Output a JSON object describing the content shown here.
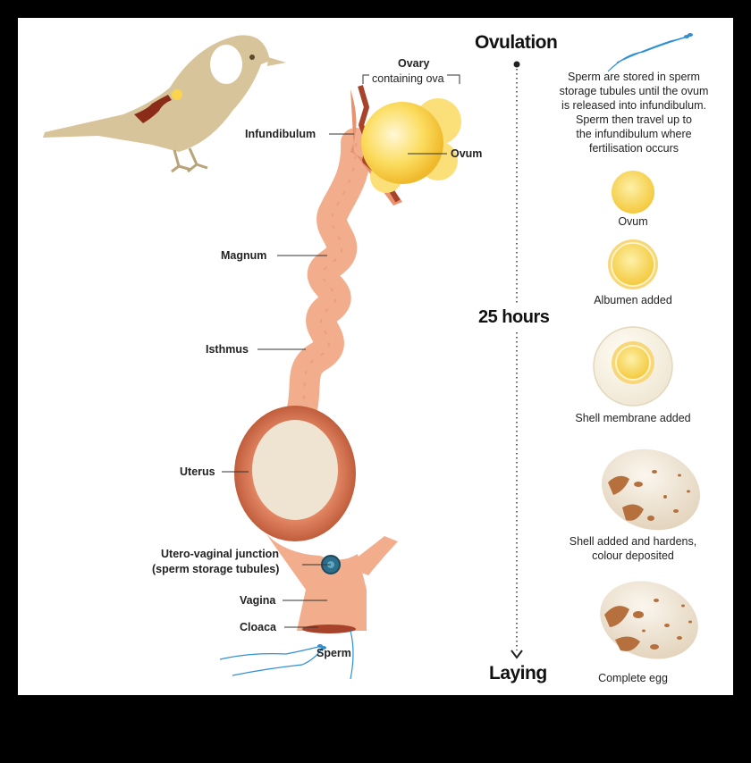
{
  "labels": {
    "ovary": "Ovary",
    "ovary_sub": "containing ova",
    "infundibulum": "Infundibulum",
    "ovum": "Ovum",
    "magnum": "Magnum",
    "isthmus": "Isthmus",
    "uterus": "Uterus",
    "utero_line1": "Utero-vaginal junction",
    "utero_line2": "(sperm storage tubules)",
    "vagina": "Vagina",
    "cloaca": "Cloaca",
    "sperm": "Sperm"
  },
  "timeline": {
    "start": "Ovulation",
    "middle": "25 hours",
    "end": "Laying"
  },
  "note": [
    "Sperm are stored in sperm",
    "storage tubules until the ovum",
    "is released into infundibulum.",
    "Sperm then travel up to",
    "the infundibulum where",
    "fertilisation occurs"
  ],
  "stages": [
    {
      "label": "Ovum"
    },
    {
      "label": "Albumen added"
    },
    {
      "label": "Shell membrane added"
    },
    {
      "label": "Shell added and hardens,",
      "label2": "colour deposited"
    },
    {
      "label": "Complete egg"
    }
  ],
  "colors": {
    "tract": "#f2ad8c",
    "tract_dark": "#d9775a",
    "tract_edge": "#a8432b",
    "yolk": "#f9d44c",
    "yolk_light": "#fdf2b3",
    "eggshell": "#efe4d2",
    "speckle": "#b5703e",
    "bird": "#d6c095",
    "sperm": "#2f8fd6"
  }
}
